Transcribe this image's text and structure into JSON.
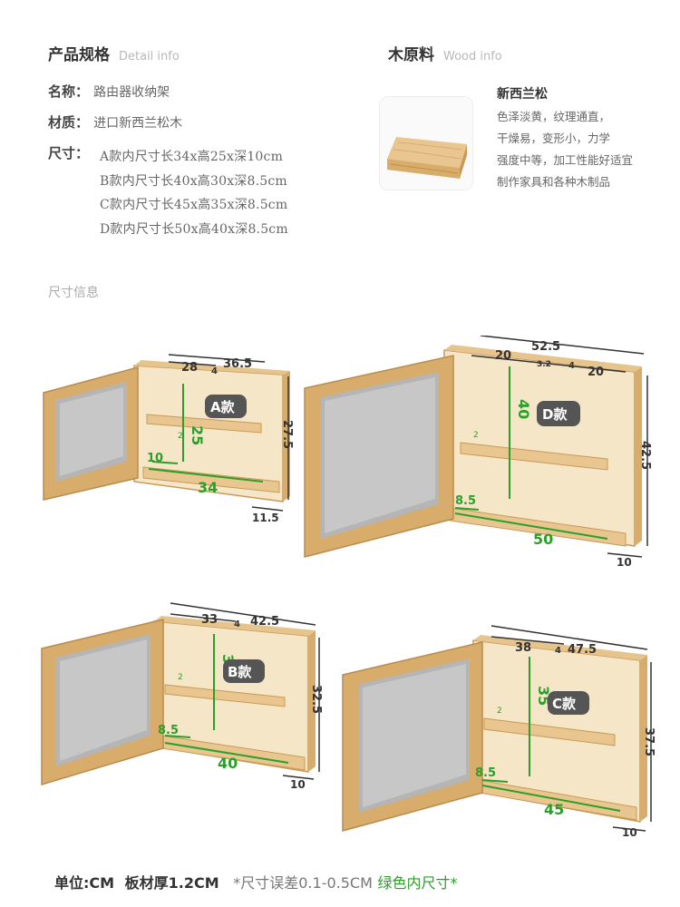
{
  "detail": {
    "title": "产品规格",
    "subtitle": "Detail info"
  },
  "wood": {
    "title": "木原料",
    "subtitle": "Wood info",
    "name": "新西兰松",
    "lines": [
      "色泽淡黄，纹理通直，",
      "干燥易，变形小，力学",
      "强度中等，加工性能好适宜",
      "制作家具和各种木制品"
    ]
  },
  "specs": {
    "name_label": "名称：",
    "name_value": "路由器收纳架",
    "material_label": "材质：",
    "material_value": "进口新西兰松木",
    "size_label": "尺寸：",
    "sizes": [
      "A款内尺寸长34x高25x深10cm",
      "B款内尺寸长40x高30x深8.5cm",
      "C款内尺寸长45x高35x深8.5cm",
      "D款内尺寸长50x高40x深8.5cm"
    ]
  },
  "size_section": "尺寸信息",
  "products": {
    "a": {
      "badge": "A款",
      "w_outer": "36.5",
      "w_inner_left": "28",
      "w_small": "4",
      "height_inner": "25",
      "height_outer": "27.5",
      "shelf": "10",
      "width_inner": "34",
      "depth": "11.5",
      "small": "2"
    },
    "d": {
      "badge": "D款",
      "w_outer": "52.5",
      "w_left": "20",
      "w_mid": "3.2",
      "w_small": "4",
      "w_right": "20",
      "height_inner": "40",
      "height_outer": "42.5",
      "shelf": "8.5",
      "width_inner": "50",
      "depth": "10",
      "small": "2"
    },
    "b": {
      "badge": "B款",
      "w_outer": "42.5",
      "w_inner_left": "33",
      "w_small": "4",
      "height_inner": "30",
      "height_outer": "32.5",
      "shelf": "8.5",
      "width_inner": "40",
      "depth": "10",
      "small": "2"
    },
    "c": {
      "badge": "C款",
      "w_outer": "47.5",
      "w_inner_left": "38",
      "w_small": "4",
      "height_inner": "35",
      "height_outer": "37.5",
      "shelf": "8.5",
      "width_inner": "45",
      "depth": "10",
      "small": "2"
    }
  },
  "footer": {
    "unit": "单位:CM",
    "thickness": "板材厚1.2CM",
    "tolerance": "*尺寸误差0.1-0.5CM",
    "green_note": "绿色内尺寸*"
  },
  "colors": {
    "wood": "#d9b377",
    "wood_dark": "#b98c4e",
    "green": "#2aa02a",
    "glass": "#b5b5b5"
  }
}
